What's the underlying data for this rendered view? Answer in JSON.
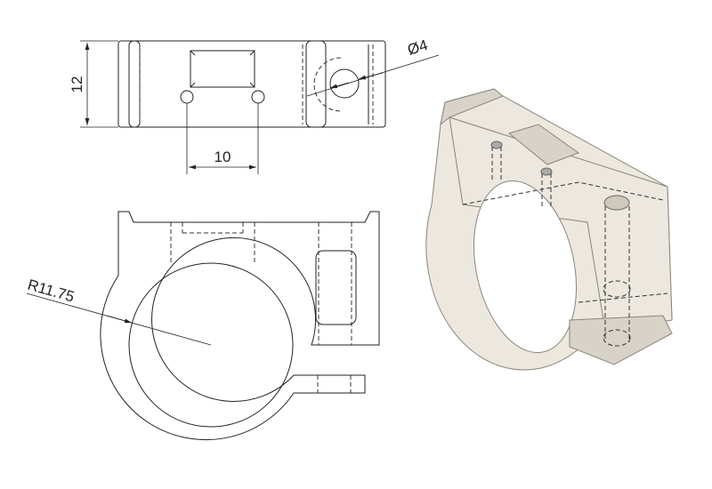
{
  "drawing": {
    "dimensions": {
      "height": "12",
      "hole_spacing": "10",
      "hole_diameter": "Ø4",
      "radius": "R11.75"
    },
    "colors": {
      "lines": "#222222",
      "model": "#ece8df"
    }
  }
}
